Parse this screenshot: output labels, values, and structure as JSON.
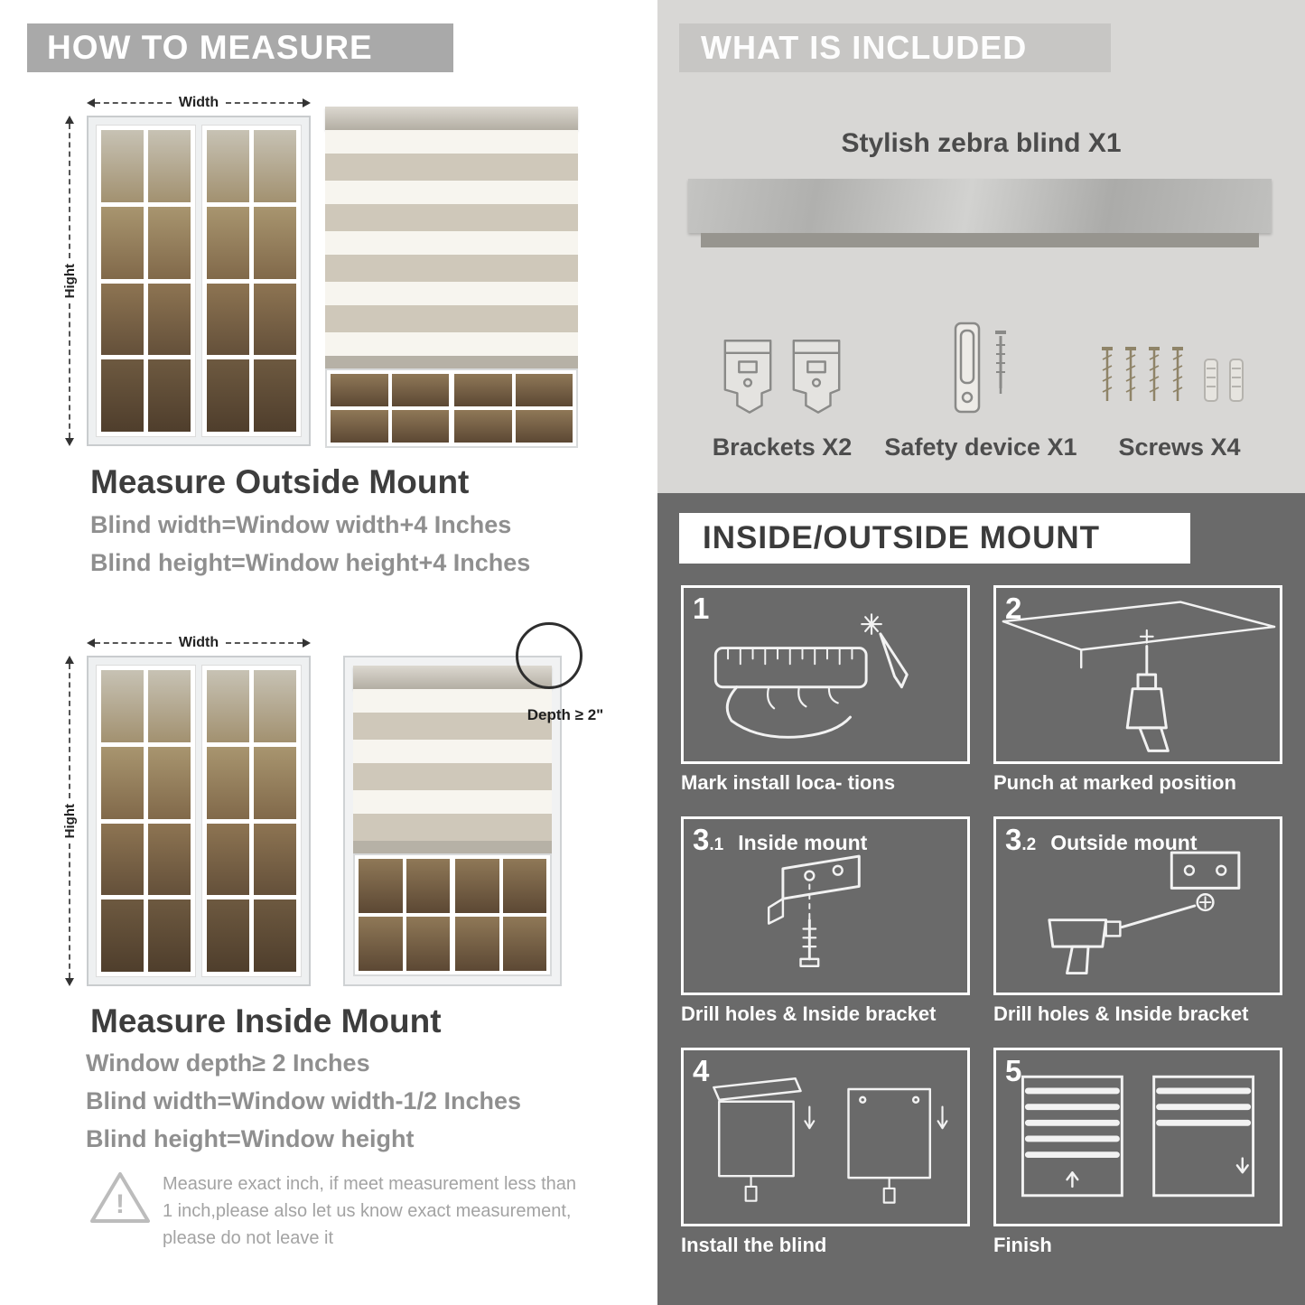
{
  "left": {
    "header": "HOW TO MEASURE",
    "outside": {
      "width_label": "Width",
      "height_label": "Hight",
      "title": "Measure Outside Mount",
      "line1": "Blind width=Window width+4 Inches",
      "line2": "Blind height=Window height+4 Inches"
    },
    "inside": {
      "width_label": "Width",
      "height_label": "Hight",
      "depth_label": "Depth ≥ 2\"",
      "title": "Measure Inside Mount",
      "line1": "Window depth≥ 2 Inches",
      "line2": "Blind width=Window width-1/2 Inches",
      "line3": "Blind height=Window height"
    },
    "note": {
      "mark": "!",
      "text": "Measure exact inch, if meet measurement less than 1 inch,please also let us know exact measurement, please do not leave it"
    }
  },
  "included": {
    "header": "WHAT IS INCLUDED",
    "product": "Stylish zebra blind X1",
    "items": [
      {
        "label": "Brackets X2"
      },
      {
        "label": "Safety device X1"
      },
      {
        "label": "Screws X4"
      }
    ]
  },
  "mount": {
    "header": "INSIDE/OUTSIDE MOUNT",
    "steps": [
      {
        "num": "1",
        "sub": "",
        "label": "",
        "caption": "Mark install loca- tions"
      },
      {
        "num": "2",
        "sub": "",
        "label": "",
        "caption": "Punch at  marked position"
      },
      {
        "num": "3",
        "sub": ".1",
        "label": "Inside mount",
        "caption": "Drill holes &  Inside bracket"
      },
      {
        "num": "3",
        "sub": ".2",
        "label": "Outside mount",
        "caption": "Drill holes &  Inside bracket"
      },
      {
        "num": "4",
        "sub": "",
        "label": "",
        "caption": "Install the blind"
      },
      {
        "num": "5",
        "sub": "",
        "label": "",
        "caption": "Finish"
      }
    ]
  },
  "colors": {
    "header_banner_gray": "#a9a9a9",
    "included_section_bg": "#d8d7d5",
    "mount_section_bg": "#6a6a6a"
  }
}
